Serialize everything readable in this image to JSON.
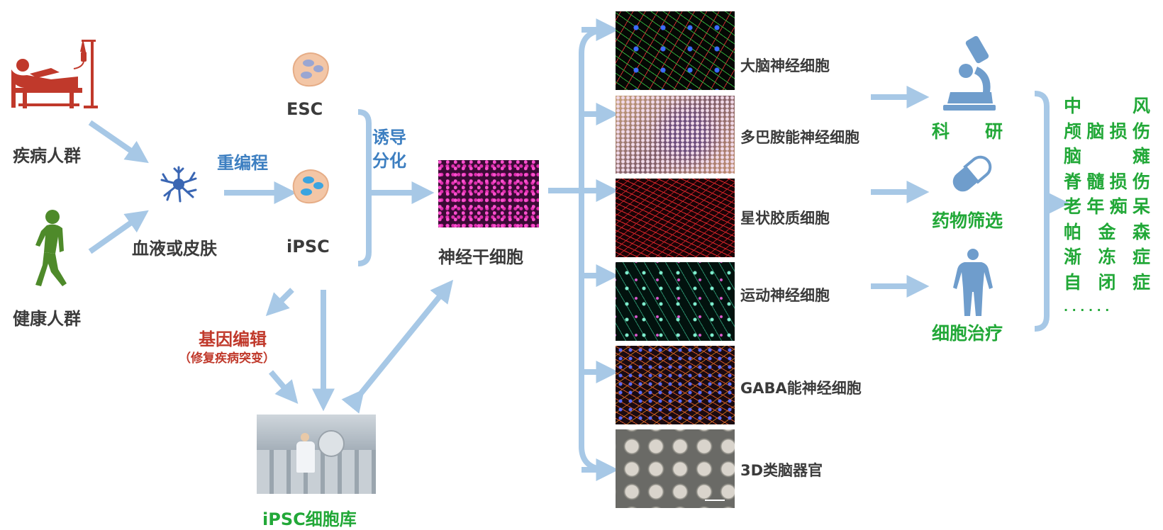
{
  "sources": {
    "disease": "疾病人群",
    "healthy": "健康人群",
    "tissue": "血液或皮肤"
  },
  "reprogramming": "重编程",
  "stem_cells": {
    "esc": "ESC",
    "ipsc": "iPSC"
  },
  "induction": [
    "诱导",
    "分化"
  ],
  "nsc": "神经干细胞",
  "gene_editing": {
    "title": "基因编辑",
    "subtitle": "（修复疾病突变）"
  },
  "ipsc_bank": "iPSC细胞库",
  "neural_types": [
    "大脑神经细胞",
    "多巴胺能神经细胞",
    "星状胶质细胞",
    "运动神经细胞",
    "GABA能神经细胞",
    "3D类脑器官"
  ],
  "applications": [
    {
      "label": "科　　研",
      "icon": "microscope-icon"
    },
    {
      "label": "药物筛选",
      "icon": "pill-capsule-icon"
    },
    {
      "label": "细胞治疗",
      "icon": "human-body-icon"
    }
  ],
  "diseases": [
    [
      "中",
      "风"
    ],
    [
      "颅",
      "脑",
      "损",
      "伤"
    ],
    [
      "脑",
      "瘫"
    ],
    [
      "脊",
      "髓",
      "损",
      "伤"
    ],
    [
      "老",
      "年",
      "痴",
      "呆"
    ],
    [
      "帕",
      "金",
      "森"
    ],
    [
      "渐",
      "冻",
      "症"
    ],
    [
      "自",
      "闭",
      "症"
    ]
  ],
  "ellipsis": "· · · · · ·",
  "colors": {
    "arrow": "#a7c8e6",
    "green": "#22a838",
    "blue": "#3d7fc1",
    "red": "#c0392b",
    "icon_blue": "#6f9dcc"
  }
}
